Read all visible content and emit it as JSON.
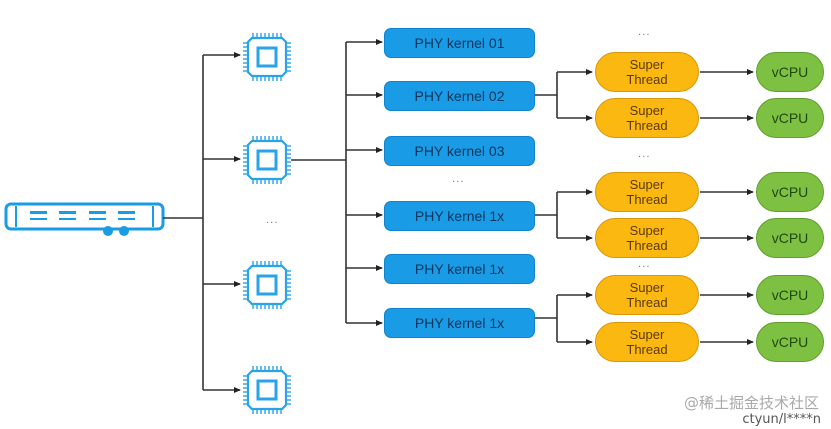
{
  "server": {
    "icon": "server-rack-icon"
  },
  "cpus": [
    {
      "icon": "cpu-chip-icon"
    },
    {
      "icon": "cpu-chip-icon"
    },
    {
      "icon": "cpu-chip-icon"
    },
    {
      "icon": "cpu-chip-icon"
    }
  ],
  "cpu_ellipsis": "...",
  "phy_kernels": [
    {
      "label": "PHY kernel 01"
    },
    {
      "label": "PHY kernel 02"
    },
    {
      "label": "PHY kernel 03"
    },
    {
      "label": "PHY kernel 1x"
    },
    {
      "label": "PHY kernel 1x"
    },
    {
      "label": "PHY kernel 1x"
    }
  ],
  "phy_ellipsis": "...",
  "super_threads": [
    {
      "line1": "Super",
      "line2": "Thread"
    },
    {
      "line1": "Super",
      "line2": "Thread"
    },
    {
      "line1": "Super",
      "line2": "Thread"
    },
    {
      "line1": "Super",
      "line2": "Thread"
    },
    {
      "line1": "Super",
      "line2": "Thread"
    },
    {
      "line1": "Super",
      "line2": "Thread"
    }
  ],
  "vcpus": [
    {
      "label": "vCPU"
    },
    {
      "label": "vCPU"
    },
    {
      "label": "vCPU"
    },
    {
      "label": "vCPU"
    },
    {
      "label": "vCPU"
    },
    {
      "label": "vCPU"
    }
  ],
  "thread_ellipsis": [
    "...",
    "...",
    "..."
  ],
  "colors": {
    "server": "#1a9be6",
    "cpu": "#2aa3e8",
    "phy_kernel": "#1a9be6",
    "super_thread": "#fbb811",
    "vcpu": "#7ec142",
    "connector": "#333333"
  },
  "watermark": {
    "line1": "@稀土掘金技术社区",
    "line2": "ctyun/l****n"
  }
}
